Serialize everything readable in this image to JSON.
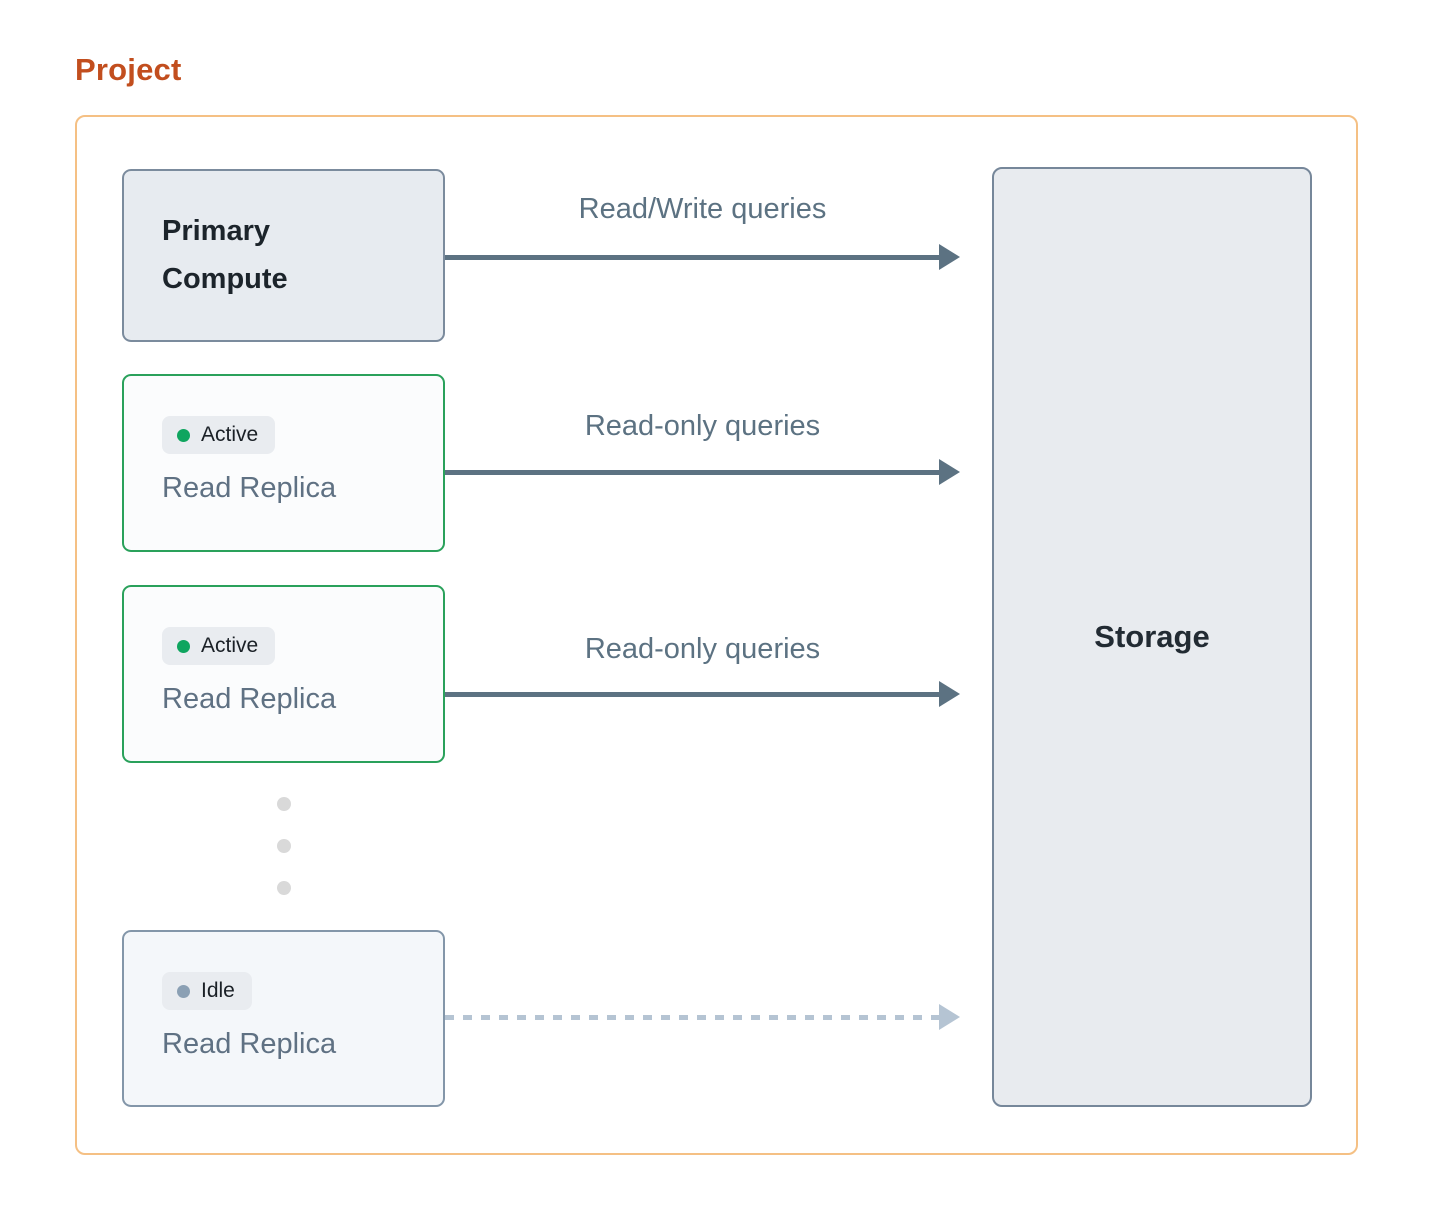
{
  "page": {
    "title": "Project"
  },
  "nodes": {
    "primary": {
      "label": "Primary Compute"
    },
    "replica1": {
      "status": "Active",
      "label": "Read Replica"
    },
    "replica2": {
      "status": "Active",
      "label": "Read Replica"
    },
    "replica_idle": {
      "status": "Idle",
      "label": "Read Replica"
    },
    "storage": {
      "label": "Storage"
    }
  },
  "arrows": [
    {
      "label": "Read/Write queries",
      "style": "solid",
      "from": "primary",
      "to": "storage"
    },
    {
      "label": "Read-only queries",
      "style": "solid",
      "from": "replica1",
      "to": "storage"
    },
    {
      "label": "Read-only queries",
      "style": "solid",
      "from": "replica2",
      "to": "storage"
    },
    {
      "label": "",
      "style": "dashed",
      "from": "replica_idle",
      "to": "storage"
    }
  ],
  "colors": {
    "title_orange": "#c24e1e",
    "container_border_orange": "#f5c084",
    "active_green_border": "#2aa15b",
    "active_green_dot": "#0fa55f",
    "idle_gray_dot": "#8ba0b4",
    "idle_border": "#8396a9",
    "slate_border": "#7b8b9d",
    "storage_border": "#76879a",
    "arrow_slate": "#5c7282",
    "dashed_arrow_blue": "#b5c4d3",
    "box_gray_fill": "#e7ebf0",
    "badge_fill": "#e9ecf0",
    "text_dark": "#1c242b",
    "text_slate": "#5f7183"
  }
}
